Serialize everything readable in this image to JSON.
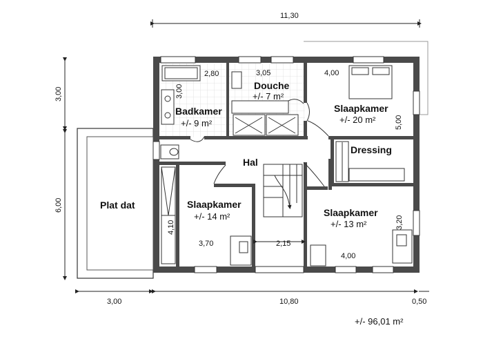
{
  "rooms": {
    "badkamer": {
      "name": "Badkamer",
      "area": "+/- 9 m²"
    },
    "douche": {
      "name": "Douche",
      "area": "+/- 7 m²"
    },
    "slaapkamer_ne": {
      "name": "Slaapkamer",
      "area": "+/- 20 m²"
    },
    "dressing": {
      "name": "Dressing"
    },
    "hal": {
      "name": "Hal"
    },
    "slaapkamer_sw": {
      "name": "Slaapkamer",
      "area": "+/- 14 m²"
    },
    "slaapkamer_se": {
      "name": "Slaapkamer",
      "area": "+/- 13 m²"
    },
    "plat_dat": {
      "name": "Plat dat"
    }
  },
  "dimensions": {
    "top_total": "11,30",
    "left_upper": "3,00",
    "left_lower": "6,00",
    "bottom_left": "3,00",
    "bottom_main": "10,80",
    "bottom_right": "0,50",
    "badkamer_width": "2,80",
    "badkamer_height": "3,00",
    "douche_width": "3,05",
    "slaapkamer_ne_width": "4,00",
    "slaapkamer_ne_height": "5,00",
    "slaapkamer_sw_height": "4,10",
    "slaapkamer_sw_width": "3,70",
    "hal_width": "2,15",
    "slaapkamer_se_height": "3,20",
    "slaapkamer_se_width": "4,00"
  },
  "total_area": "+/- 96,01 m²",
  "colors": {
    "wall": "#4a4a4a",
    "line": "#222222",
    "tile": "#e6e6e6"
  }
}
